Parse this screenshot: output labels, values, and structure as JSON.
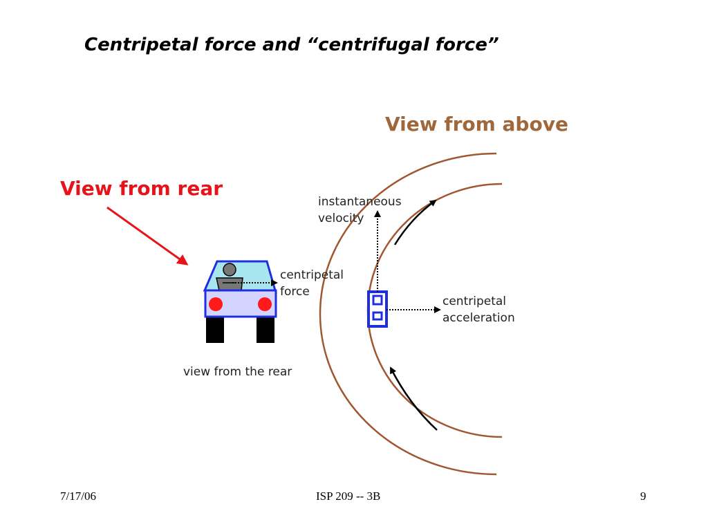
{
  "slide": {
    "title": "Centripetal force and “centrifugal force”",
    "view_above": "View from above",
    "view_rear": "View from rear"
  },
  "rear_diagram": {
    "force_label_line1": "centripetal",
    "force_label_line2": "force",
    "caption": "view from the rear"
  },
  "top_diagram": {
    "velocity_line1": "instantaneous",
    "velocity_line2": "velocity",
    "accel_line1": "centripetal",
    "accel_line2": "acceleration"
  },
  "footer": {
    "date": "7/17/06",
    "course": "ISP 209 -- 3B",
    "page": "9"
  },
  "colors": {
    "title": "#000000",
    "view_above": "#a0683a",
    "view_rear": "#e8131a",
    "road": "#a0562e",
    "car_blue": "#1f2fe0",
    "windshield": "#a8e6ef",
    "car_body": "#d3d4ff",
    "taillight": "#ff1a1a"
  }
}
